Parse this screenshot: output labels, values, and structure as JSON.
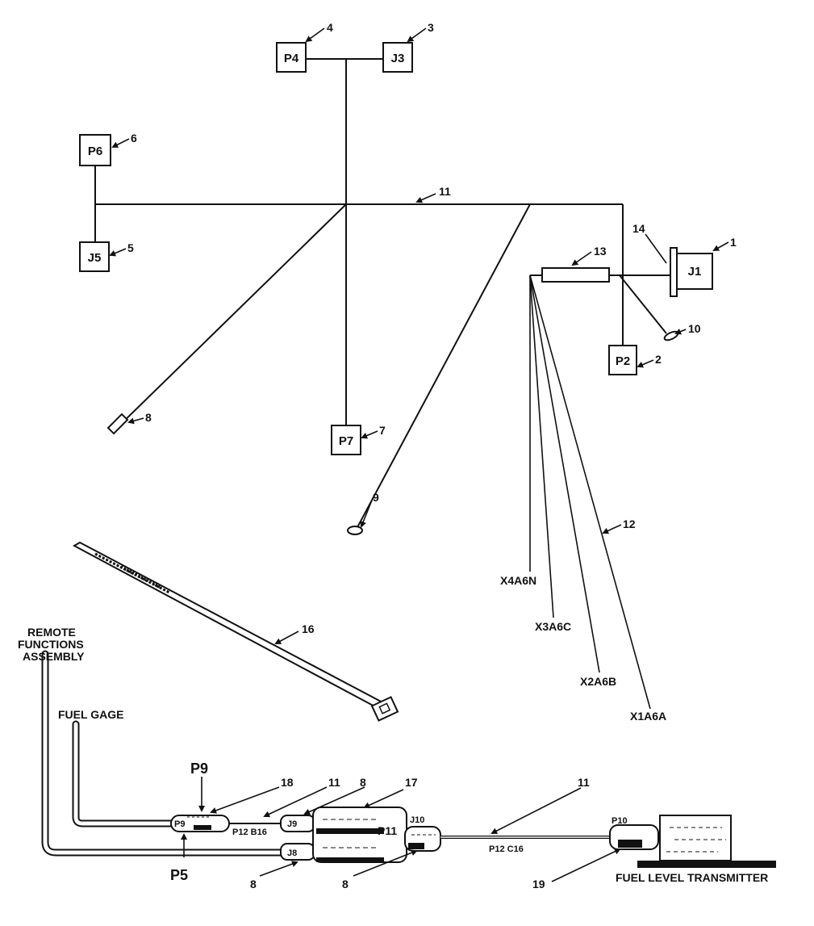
{
  "connectors": {
    "p4": "P4",
    "j3": "J3",
    "p6": "P6",
    "j5": "J5",
    "p7": "P7",
    "p2": "P2",
    "j1": "J1"
  },
  "callouts": {
    "c1": "1",
    "c2": "2",
    "c3": "3",
    "c4": "4",
    "c5": "5",
    "c6": "6",
    "c7": "7",
    "c8a": "8",
    "c8b": "8",
    "c8c": "8",
    "c8d": "8",
    "c9": "9",
    "c10": "10",
    "c11a": "11",
    "c11b": "11",
    "c11c": "11",
    "c12": "12",
    "c13": "13",
    "c14": "14",
    "c16": "16",
    "c17": "17",
    "c18": "18",
    "c19": "19"
  },
  "leads": {
    "x4": "X4A6N",
    "x3": "X3A6C",
    "x2": "X2A6B",
    "x1": "X1A6A"
  },
  "assembly": {
    "remote_functions_line1": "REMOTE",
    "remote_functions_line2": "FUNCTIONS",
    "remote_functions_line3": "ASSEMBLY",
    "fuel_gage": "FUEL GAGE",
    "fuel_level_transmitter": "FUEL LEVEL TRANSMITTER",
    "p9_label": "P9",
    "p5_label": "P5",
    "p9_small": "P9",
    "p12_b16": "P12 B16",
    "j9": "J9",
    "j8": "J8",
    "p11": "P11",
    "j10": "J10",
    "p12_c16": "P12 C16",
    "p10": "P10"
  }
}
